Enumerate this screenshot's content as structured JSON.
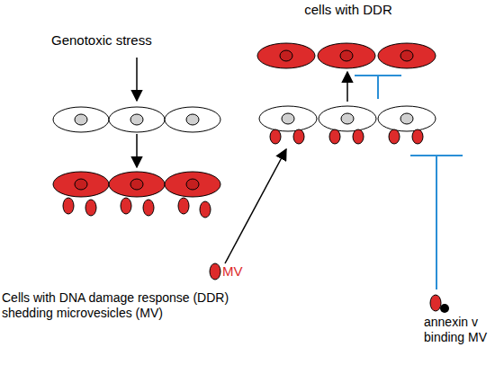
{
  "diagram": {
    "nodes": [
      {
        "text": [
          "cells with DDR"
        ]
      },
      {
        "text": [
          "Cells with DNA damage response (DDR) shedding microvesicles (MV)"
        ]
      },
      {
        "text": [
          "MV"
        ]
      },
      {
        "text": [
          "annexin v binding MV"
        ]
      }
    ],
    "labels": [
      "Genotoxic stress"
    ]
  }
}
